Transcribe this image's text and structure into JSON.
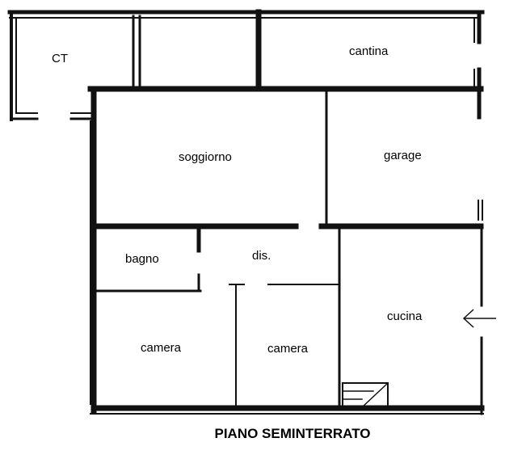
{
  "title": "PIANO SEMINTERRATO",
  "rooms": {
    "ct": "CT",
    "cantina": "cantina",
    "soggiorno": "soggiorno",
    "garage": "garage",
    "bagno": "bagno",
    "dis": "dis.",
    "cucina": "cucina",
    "camera_1": "camera",
    "camera_2": "camera"
  },
  "colors": {
    "wall": "#111111",
    "background": "#ffffff"
  },
  "icons": {
    "entrance": "arrow-left-icon",
    "stairs": "stairs-icon"
  }
}
